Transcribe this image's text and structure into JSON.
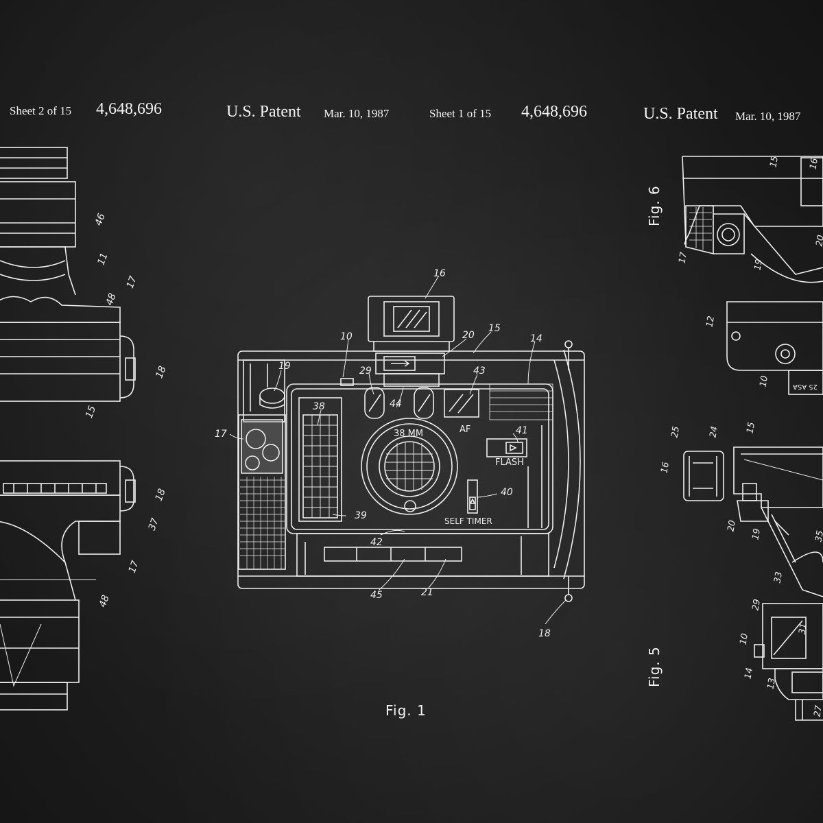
{
  "sheet_left": {
    "sheet": "Sheet 2 of 15",
    "number": "4,648,696"
  },
  "sheet_center": {
    "patent": "U.S. Patent",
    "date": "Mar. 10, 1987",
    "sheet": "Sheet 1 of 15",
    "number": "4,648,696"
  },
  "sheet_right": {
    "patent": "U.S. Patent",
    "date": "Mar. 10, 1987"
  },
  "figures": {
    "fig1": "Fig. 1",
    "fig5": "Fig. 5",
    "fig6": "Fig. 6"
  },
  "camera_labels": {
    "lens": "38 MM",
    "af": "AF",
    "flash": "FLASH",
    "self_timer": "SELF TIMER"
  },
  "ref_numerals_fig1": [
    "16",
    "10",
    "20",
    "15",
    "14",
    "19",
    "29",
    "44",
    "43",
    "17",
    "38",
    "41",
    "40",
    "39",
    "42",
    "45",
    "21",
    "18"
  ],
  "ref_numerals_left": [
    "46",
    "11",
    "48",
    "17",
    "18",
    "15",
    "18",
    "37",
    "17",
    "48"
  ],
  "ref_numerals_fig6": [
    "15",
    "16",
    "17",
    "19",
    "20",
    "12",
    "10"
  ],
  "ref_numerals_fig5": [
    "25",
    "24",
    "15",
    "16",
    "20",
    "19",
    "35",
    "33",
    "29",
    "31",
    "10",
    "14",
    "13",
    "27"
  ],
  "film_label": "25 ASA",
  "colors": {
    "board": "#1b1b1b",
    "ink": "#f2f2f2"
  }
}
